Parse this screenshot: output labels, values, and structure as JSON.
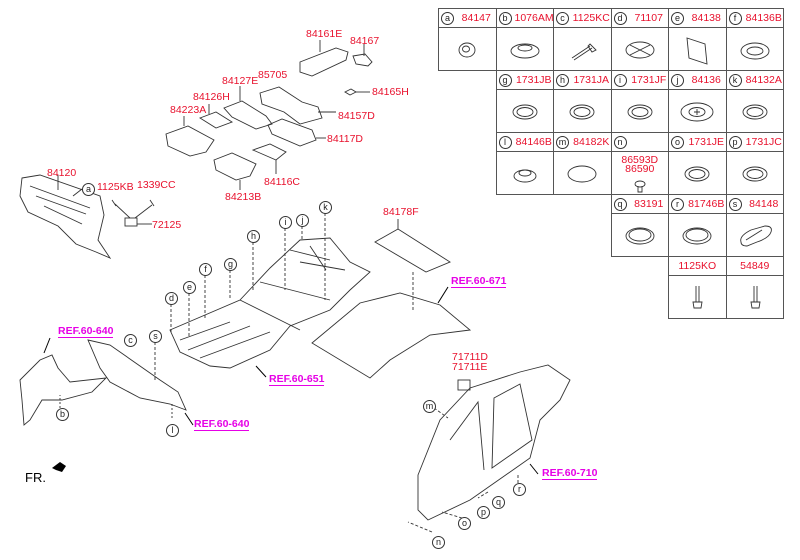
{
  "diagram": {
    "front_indicator": "FR.",
    "colors": {
      "part_number": "#e8112d",
      "reference": "#e600e6",
      "line_art": "#333333"
    },
    "part_labels": [
      {
        "id": "84161E",
        "text": "84161E"
      },
      {
        "id": "84167",
        "text": "84167"
      },
      {
        "id": "84127E",
        "text": "84127E"
      },
      {
        "id": "85705",
        "text": "85705"
      },
      {
        "id": "84165H",
        "text": "84165H"
      },
      {
        "id": "84126H",
        "text": "84126H"
      },
      {
        "id": "84223A",
        "text": "84223A"
      },
      {
        "id": "84157D",
        "text": "84157D"
      },
      {
        "id": "84117D",
        "text": "84117D"
      },
      {
        "id": "84116C",
        "text": "84116C"
      },
      {
        "id": "84213B",
        "text": "84213B"
      },
      {
        "id": "84120",
        "text": "84120"
      },
      {
        "id": "1125KB",
        "text": "1125KB"
      },
      {
        "id": "1339CC",
        "text": "1339CC"
      },
      {
        "id": "72125",
        "text": "72125"
      },
      {
        "id": "84178F",
        "text": "84178F"
      },
      {
        "id": "71711D",
        "text": "71711D"
      },
      {
        "id": "71711E",
        "text": "71711E"
      }
    ],
    "references": [
      {
        "id": "ref-60-671",
        "text": "REF.60-671"
      },
      {
        "id": "ref-60-640-top",
        "text": "REF.60-640"
      },
      {
        "id": "ref-60-651",
        "text": "REF.60-651"
      },
      {
        "id": "ref-60-640-bottom",
        "text": "REF.60-640"
      },
      {
        "id": "ref-60-710",
        "text": "REF.60-710"
      }
    ],
    "callouts": [
      "a",
      "b",
      "c",
      "d",
      "e",
      "f",
      "g",
      "h",
      "i",
      "j",
      "k",
      "l",
      "m",
      "n",
      "o",
      "p",
      "q",
      "r",
      "s"
    ]
  },
  "parts_table": {
    "rows": [
      [
        {
          "key": "a",
          "part": "84147",
          "shape": "grommet-small"
        },
        {
          "key": "b",
          "part": "1076AM",
          "shape": "plug-dome"
        },
        {
          "key": "c",
          "part": "1125KC",
          "shape": "bolt"
        },
        {
          "key": "d",
          "part": "71107",
          "shape": "plug-cross"
        },
        {
          "key": "e",
          "part": "84138",
          "shape": "pad-square"
        },
        {
          "key": "f",
          "part": "84136B",
          "shape": "plug-toothed"
        }
      ],
      [
        {
          "key": "g",
          "part": "1731JB",
          "shape": "ring"
        },
        {
          "key": "h",
          "part": "1731JA",
          "shape": "ring"
        },
        {
          "key": "i",
          "part": "1731JF",
          "shape": "ring"
        },
        {
          "key": "j",
          "part": "84136",
          "shape": "plug-star"
        },
        {
          "key": "k",
          "part": "84132A",
          "shape": "ring"
        }
      ],
      [
        {
          "key": "l",
          "part": "84146B",
          "shape": "plug-oval"
        },
        {
          "key": "m",
          "part": "84182K",
          "shape": "disc"
        },
        {
          "key": "n",
          "part": "",
          "sub_parts": [
            "86593D",
            "86590"
          ],
          "shape": "clip"
        },
        {
          "key": "o",
          "part": "1731JE",
          "shape": "ring"
        },
        {
          "key": "p",
          "part": "1731JC",
          "shape": "ring"
        }
      ],
      [
        {
          "key": "q",
          "part": "83191",
          "shape": "ring-flat"
        },
        {
          "key": "r",
          "part": "81746B",
          "shape": "ring-flat"
        },
        {
          "key": "s",
          "part": "84148",
          "shape": "plug-oblong"
        }
      ],
      [
        {
          "key": "",
          "part": "1125KO",
          "shape": "bolt-vertical"
        },
        {
          "key": "",
          "part": "54849",
          "shape": "bolt-vertical"
        }
      ]
    ]
  }
}
